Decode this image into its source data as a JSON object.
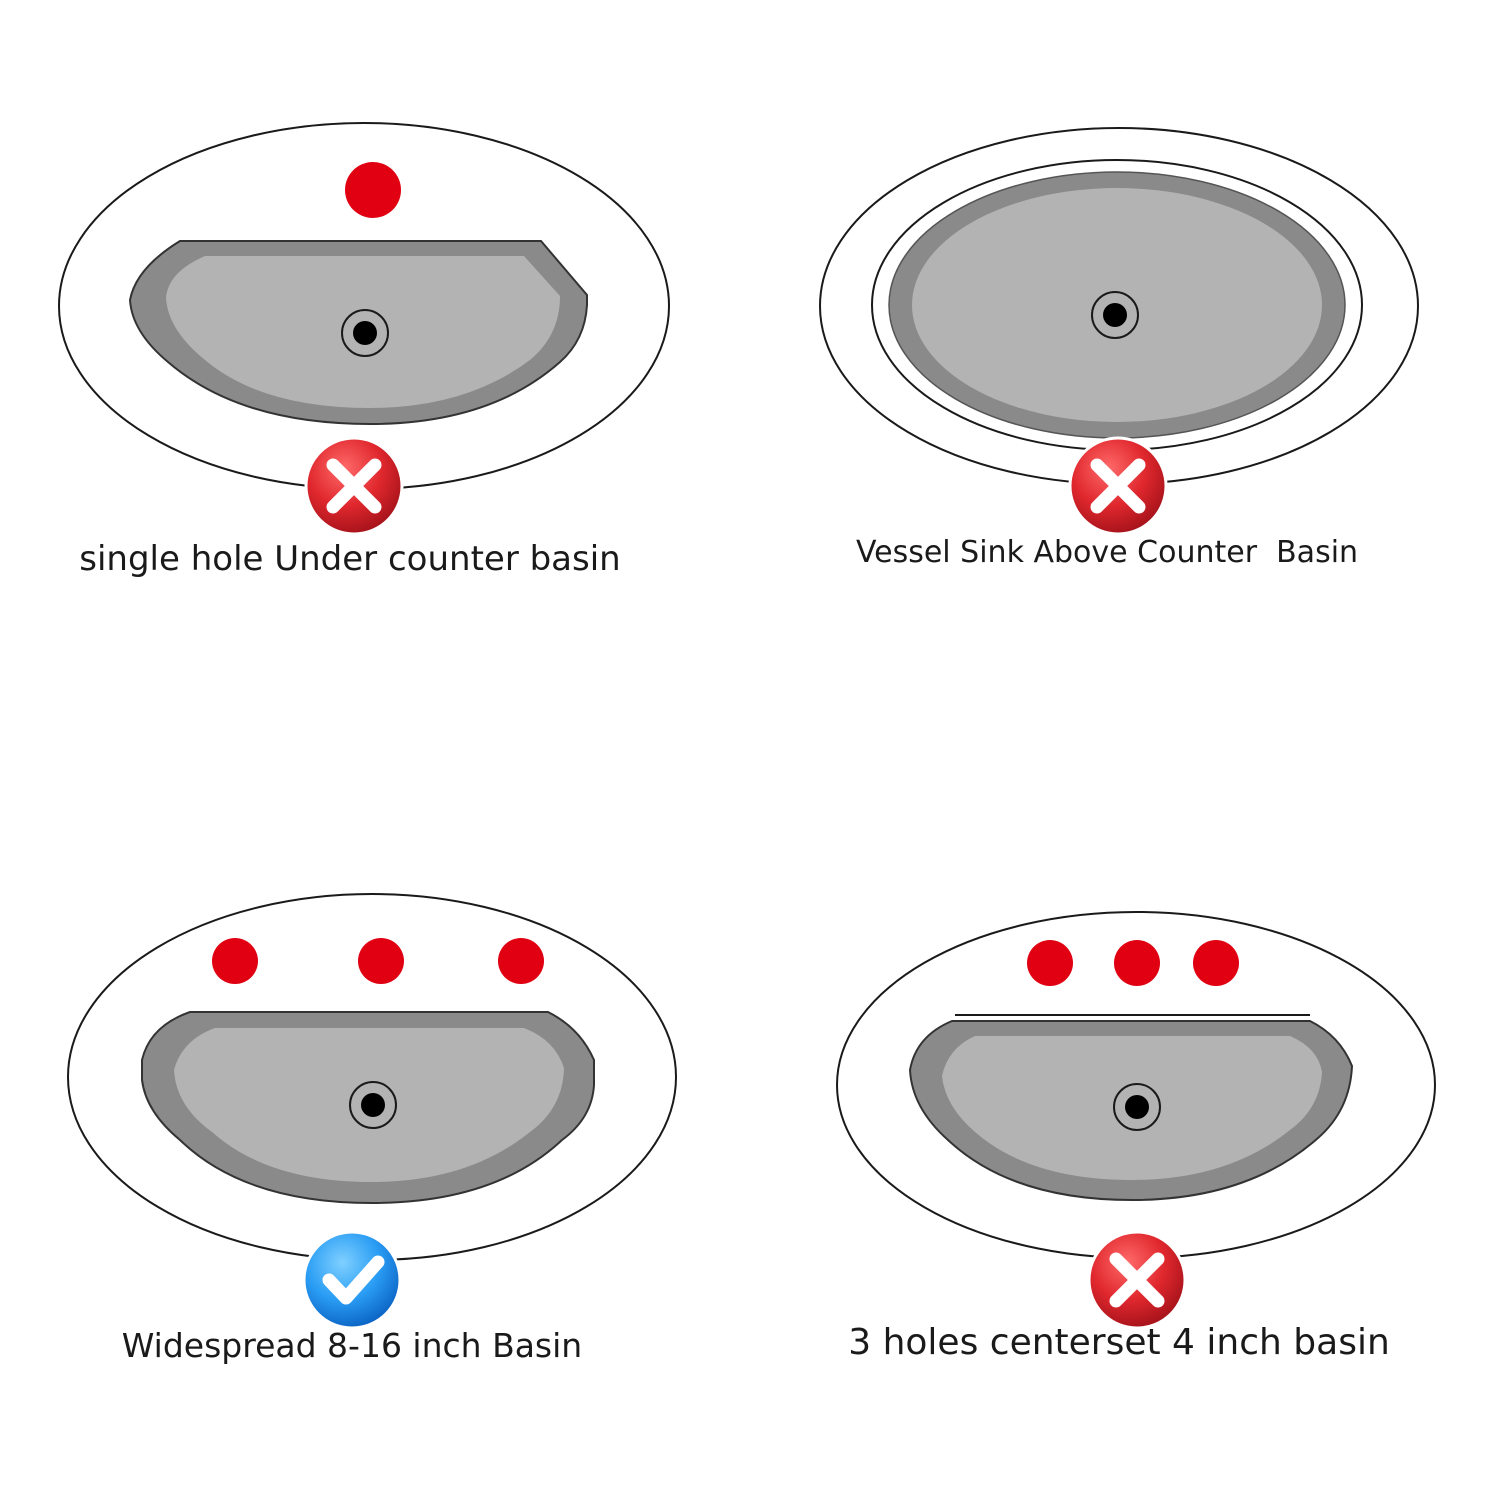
{
  "panels": [
    {
      "id": "single-hole-under-counter",
      "caption": "single hole Under counter basin",
      "status": "incompatible",
      "hole_count": 1,
      "basin_type": "undermount"
    },
    {
      "id": "vessel-sink-above-counter",
      "caption": "Vessel Sink Above Counter  Basin",
      "status": "incompatible",
      "hole_count": 0,
      "basin_type": "vessel"
    },
    {
      "id": "widespread-basin",
      "caption": "Widespread 8-16 inch Basin",
      "status": "compatible",
      "hole_count": 3,
      "basin_type": "undermount"
    },
    {
      "id": "centerset-basin",
      "caption": "3 holes centerset 4 inch basin",
      "status": "incompatible",
      "hole_count": 3,
      "basin_type": "drop-in"
    }
  ],
  "colors": {
    "hole": "#e00012",
    "basin_rim": "#8a8a8a",
    "basin_bowl": "#b3b3b3",
    "incompatible_badge": "#e0282e",
    "compatible_badge": "#2a9df4",
    "outline": "#1a1a1a"
  },
  "icons": {
    "incompatible": "cross-icon",
    "compatible": "check-icon"
  }
}
